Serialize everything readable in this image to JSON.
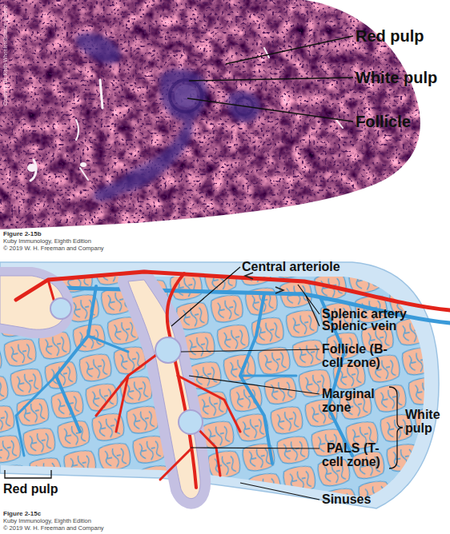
{
  "diagram": {
    "labels": [
      "Red pulp",
      "White pulp",
      "Follicle",
      "Courtesy Dr. Keith Wheeler/Science Source",
      "Figure 2-15b",
      "Kuby Immunology, Eighth Edition",
      "© 2019 W. H. Freeman and Company",
      "Central arteriole",
      "Splenic artery",
      "Splenic vein",
      "Follicle (B-cell zone)",
      "Marginal zone",
      "White pulp",
      "PALS (T-cell zone)",
      "Red pulp",
      "Sinuses",
      "Figure 2-15c",
      "Kuby Immunology, Eighth Edition",
      "© 2019 W. H. Freeman and Company"
    ]
  }
}
